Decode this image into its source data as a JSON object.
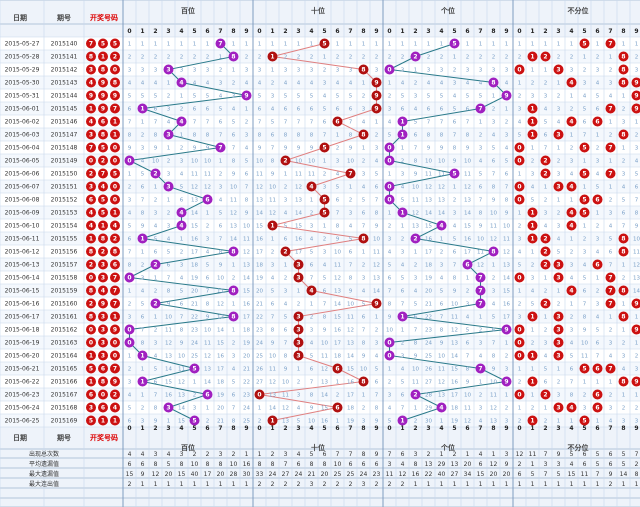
{
  "headers": {
    "date": "日期",
    "issue": "期号",
    "winning": "开奖号码",
    "groups": [
      "百位",
      "十位",
      "个位",
      "不分位"
    ],
    "digits": [
      "0",
      "1",
      "2",
      "3",
      "4",
      "5",
      "6",
      "7",
      "8",
      "9"
    ]
  },
  "stat_labels": [
    "出现总次数",
    "平均遗漏值",
    "最大遗漏值",
    "最大连出值"
  ],
  "rows": [
    {
      "date": "2015-05-27",
      "issue": "2015140",
      "nums": [
        7,
        5,
        5
      ]
    },
    {
      "date": "2015-05-28",
      "issue": "2015141",
      "nums": [
        8,
        1,
        2
      ]
    },
    {
      "date": "2015-05-29",
      "issue": "2015142",
      "nums": [
        3,
        8,
        0
      ]
    },
    {
      "date": "2015-05-30",
      "issue": "2015143",
      "nums": [
        4,
        9,
        8
      ]
    },
    {
      "date": "2015-05-31",
      "issue": "2015144",
      "nums": [
        9,
        9,
        9
      ]
    },
    {
      "date": "2015-06-01",
      "issue": "2015145",
      "nums": [
        1,
        9,
        7
      ]
    },
    {
      "date": "2015-06-02",
      "issue": "2015146",
      "nums": [
        4,
        6,
        1
      ]
    },
    {
      "date": "2015-06-03",
      "issue": "2015147",
      "nums": [
        3,
        8,
        1
      ]
    },
    {
      "date": "2015-06-04",
      "issue": "2015148",
      "nums": [
        7,
        5,
        0
      ]
    },
    {
      "date": "2015-06-05",
      "issue": "2015149",
      "nums": [
        0,
        2,
        0
      ]
    },
    {
      "date": "2015-06-06",
      "issue": "2015150",
      "nums": [
        2,
        7,
        5
      ]
    },
    {
      "date": "2015-06-07",
      "issue": "2015151",
      "nums": [
        3,
        4,
        0
      ]
    },
    {
      "date": "2015-06-08",
      "issue": "2015152",
      "nums": [
        6,
        5,
        0
      ]
    },
    {
      "date": "2015-06-09",
      "issue": "2015153",
      "nums": [
        4,
        5,
        1
      ]
    },
    {
      "date": "2015-06-10",
      "issue": "2015154",
      "nums": [
        4,
        1,
        4
      ]
    },
    {
      "date": "2015-06-11",
      "issue": "2015155",
      "nums": [
        1,
        8,
        2
      ]
    },
    {
      "date": "2015-06-12",
      "issue": "2015156",
      "nums": [
        8,
        2,
        8
      ]
    },
    {
      "date": "2015-06-13",
      "issue": "2015157",
      "nums": [
        2,
        3,
        6
      ]
    },
    {
      "date": "2015-06-14",
      "issue": "2015158",
      "nums": [
        0,
        3,
        7
      ]
    },
    {
      "date": "2015-06-15",
      "issue": "2015159",
      "nums": [
        8,
        4,
        7
      ]
    },
    {
      "date": "2015-06-16",
      "issue": "2015160",
      "nums": [
        2,
        9,
        7
      ]
    },
    {
      "date": "2015-06-17",
      "issue": "2015161",
      "nums": [
        8,
        3,
        1
      ]
    },
    {
      "date": "2015-06-18",
      "issue": "2015162",
      "nums": [
        0,
        3,
        9
      ]
    },
    {
      "date": "2015-06-19",
      "issue": "2015163",
      "nums": [
        0,
        3,
        0
      ]
    },
    {
      "date": "2015-06-20",
      "issue": "2015164",
      "nums": [
        1,
        3,
        0
      ]
    },
    {
      "date": "2015-06-21",
      "issue": "2015165",
      "nums": [
        5,
        6,
        7
      ]
    },
    {
      "date": "2015-06-22",
      "issue": "2015166",
      "nums": [
        1,
        8,
        9
      ]
    },
    {
      "date": "2015-06-23",
      "issue": "2015167",
      "nums": [
        6,
        0,
        2
      ]
    },
    {
      "date": "2015-06-24",
      "issue": "2015168",
      "nums": [
        3,
        6,
        4
      ]
    },
    {
      "date": "2015-06-25",
      "issue": "2015169",
      "nums": [
        5,
        1,
        1
      ]
    }
  ],
  "stats": {
    "bai": [
      [
        4,
        4,
        3,
        4,
        3,
        2,
        2,
        3,
        2,
        1
      ],
      [
        6,
        6,
        8,
        5,
        8,
        10,
        8,
        8,
        10,
        16
      ],
      [
        15,
        9,
        12,
        20,
        15,
        40,
        17,
        20,
        28,
        30
      ],
      [
        2,
        1,
        1,
        1,
        1,
        1,
        1,
        1,
        1,
        1
      ]
    ],
    "shi": [
      [
        1,
        2,
        3,
        4,
        5,
        6,
        7,
        7,
        8,
        9
      ],
      [
        8,
        8,
        7,
        6,
        8,
        8,
        10,
        6,
        6,
        6
      ],
      [
        33,
        24,
        27,
        24,
        21,
        20,
        25,
        25,
        24,
        23
      ],
      [
        2,
        2,
        2,
        2,
        3,
        2,
        2,
        2,
        3,
        2
      ]
    ],
    "ge": [
      [
        7,
        6,
        3,
        2,
        1,
        2,
        1,
        4,
        1,
        3
      ],
      [
        3,
        4,
        8,
        13,
        29,
        13,
        20,
        6,
        12,
        9
      ],
      [
        11,
        12,
        16,
        22,
        40,
        27,
        34,
        15,
        20,
        20
      ],
      [
        2,
        2,
        1,
        1,
        1,
        1,
        1,
        1,
        1,
        1
      ]
    ],
    "bufen": [
      [
        12,
        11,
        7,
        9,
        5,
        6,
        5,
        6,
        5,
        7
      ],
      [
        2,
        1,
        3,
        3,
        4,
        6,
        5,
        6,
        5,
        2
      ],
      [
        6,
        5,
        7,
        5,
        15,
        11,
        7,
        9,
        14,
        8
      ],
      [
        1,
        1,
        1,
        1,
        1,
        1,
        1,
        2,
        1,
        1
      ]
    ]
  },
  "colors": {
    "bai_ball": "#a020c0",
    "shi_ball": "#b01010",
    "ge_ball": "#a020c0",
    "win_ball": "#cc1111",
    "bai_line": "#2a7a8a",
    "shi_line": "#e08080",
    "ge_line": "#2a7a8a",
    "grid": "#c8d8ec",
    "cell_text": "#7aa0c8"
  }
}
